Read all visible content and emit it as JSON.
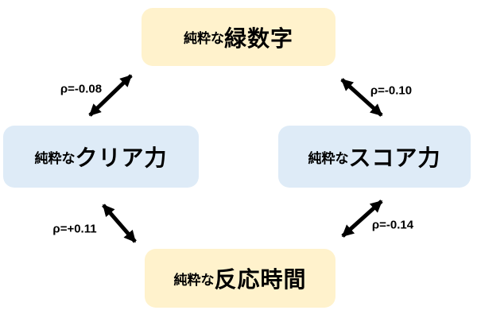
{
  "diagram": {
    "title": "",
    "nodes": [
      {
        "id": "green-number",
        "prefix": "純粋な",
        "label": "緑数字",
        "fill": "#FFF2CC",
        "position": "top"
      },
      {
        "id": "clear-power",
        "prefix": "純粋な",
        "label": "クリア力",
        "fill": "#DEEBF7",
        "position": "left"
      },
      {
        "id": "score-power",
        "prefix": "純粋な",
        "label": "スコア力",
        "fill": "#DEEBF7",
        "position": "right"
      },
      {
        "id": "reaction-time",
        "prefix": "純粋な",
        "label": "反応時間",
        "fill": "#FFF2CC",
        "position": "bottom"
      }
    ],
    "edges": [
      {
        "from": "green-number",
        "to": "clear-power",
        "label": "ρ=-0.08",
        "style": "double-arrow"
      },
      {
        "from": "green-number",
        "to": "score-power",
        "label": "ρ=-0.10",
        "style": "double-arrow"
      },
      {
        "from": "clear-power",
        "to": "reaction-time",
        "label": "ρ=+0.11",
        "style": "double-arrow"
      },
      {
        "from": "score-power",
        "to": "reaction-time",
        "label": "ρ=-0.14",
        "style": "double-arrow"
      }
    ],
    "colors": {
      "node_cream": "#FFF2CC",
      "node_blue": "#DEEBF7",
      "arrow": "#000000",
      "text": "#000000",
      "background": "#FFFFFF"
    }
  }
}
